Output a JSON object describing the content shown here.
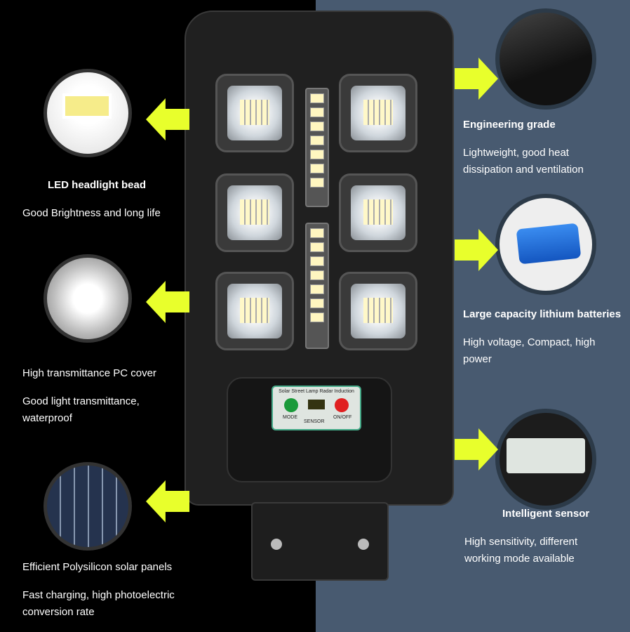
{
  "colors": {
    "arrow": "#e8ff2c",
    "left_bg": "#000000",
    "right_bg": "#485a70"
  },
  "left_features": [
    {
      "title": "LED headlight bead",
      "lines": [
        "Good Brightness and long life"
      ]
    },
    {
      "title": "High transmittance PC cover",
      "lines": [
        "Good light transmittance,",
        "waterproof"
      ]
    },
    {
      "title": "Efficient Polysilicon solar panels",
      "lines": [
        "Fast charging, high photoelectric",
        "conversion rate"
      ]
    }
  ],
  "right_features": [
    {
      "title": "Engineering grade",
      "lines": [
        "Lightweight, good heat",
        "dissipation and ventilation"
      ]
    },
    {
      "title": "Large capacity lithium batteries",
      "lines": [
        "High voltage, Compact, high",
        "power"
      ]
    },
    {
      "title": "Intelligent sensor",
      "lines": [
        "High sensitivity, different",
        "working mode available"
      ]
    }
  ],
  "sensor_panel": {
    "title": "Solar Street Lamp Radar Induction",
    "mode": "MODE",
    "sensor": "SENSOR",
    "onoff": "ON/OFF"
  }
}
